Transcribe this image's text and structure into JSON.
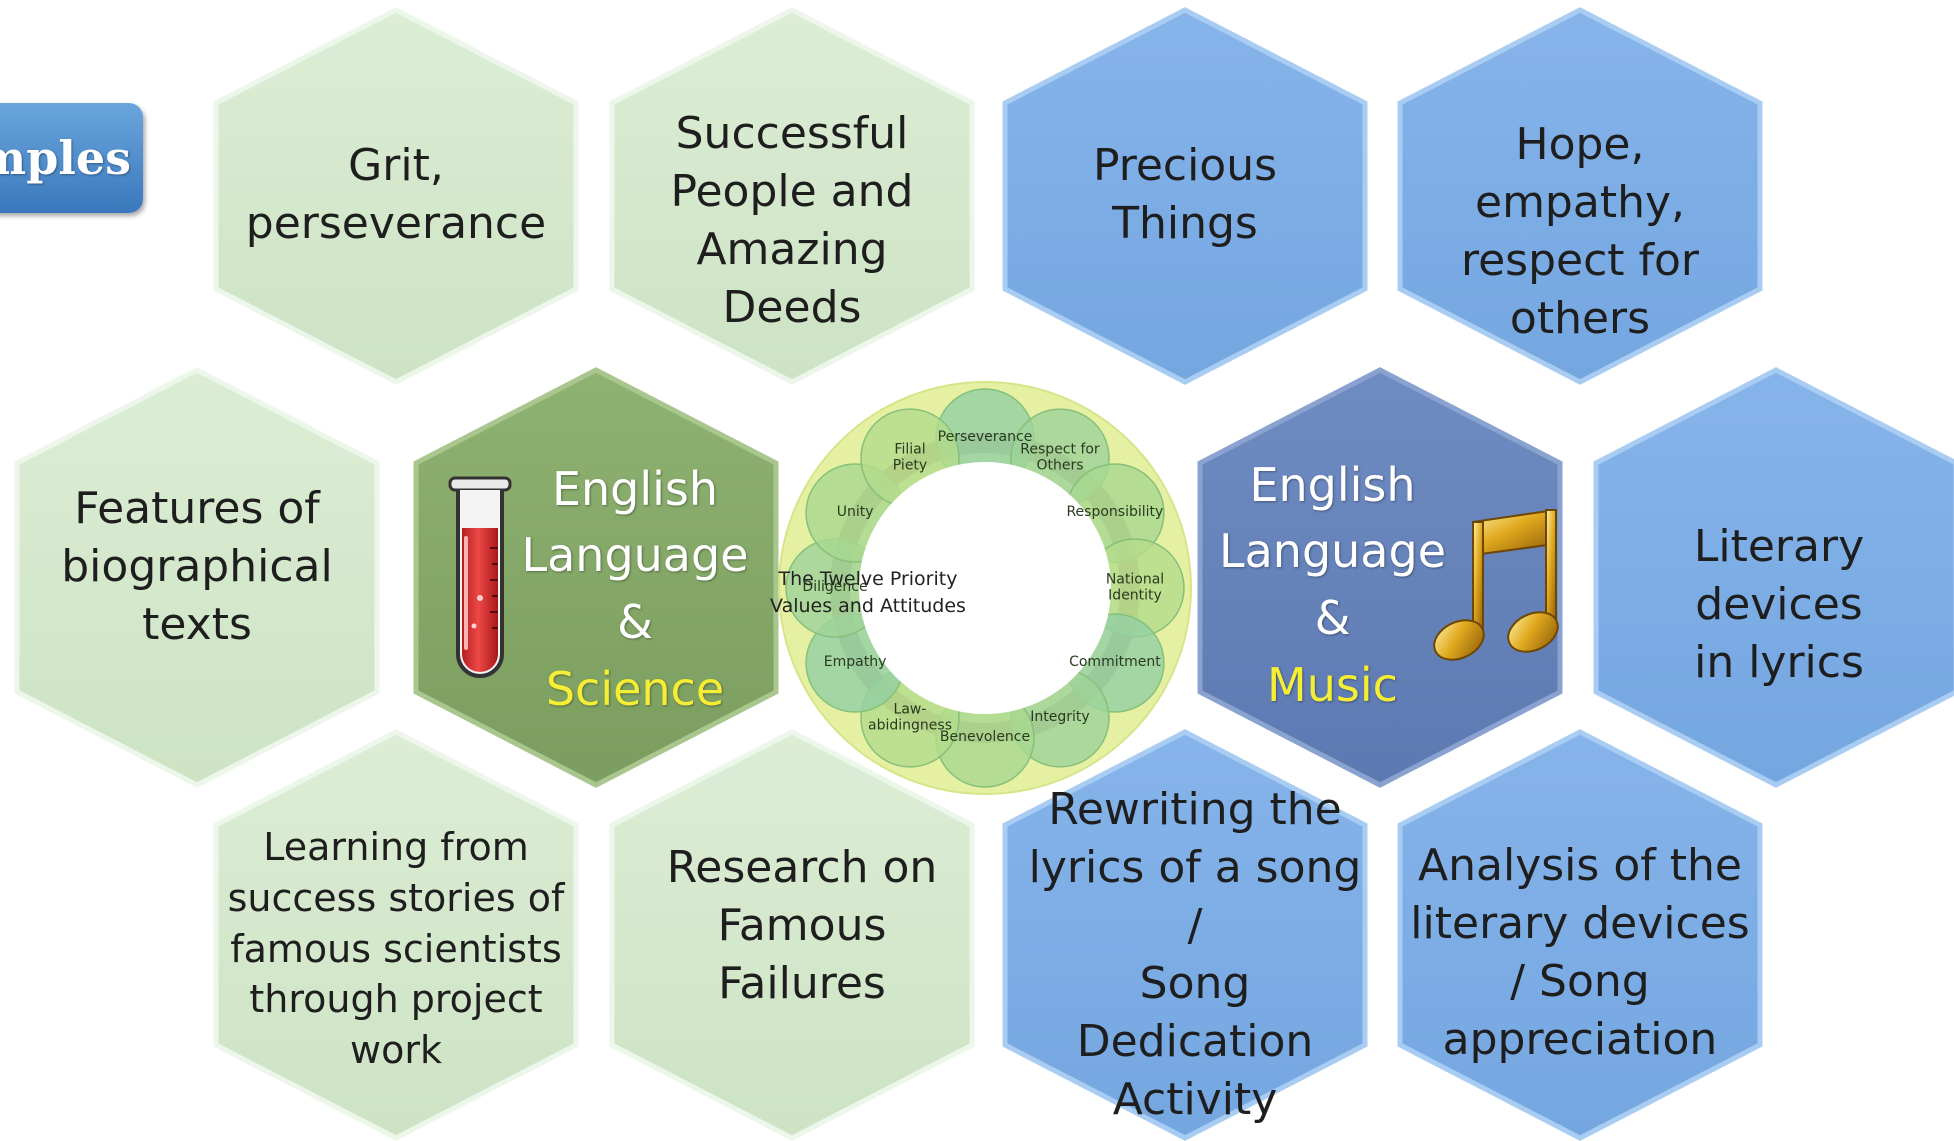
{
  "examples_tab": {
    "label": "mples"
  },
  "center_wheel": {
    "title": "The Twelve Priority\nValues and Attitudes",
    "values": [
      "Perseverance",
      "Respect for\nOthers",
      "Responsibility",
      "National\nIdentity",
      "Commitment",
      "Integrity",
      "Benevolence",
      "Law-\nabidingness",
      "Empathy",
      "Diligence",
      "Unity",
      "Filial\nPiety"
    ]
  },
  "science_hub": {
    "line1": "English",
    "line2": "Language &",
    "subject": "Science",
    "icon": "test-tube-icon"
  },
  "music_hub": {
    "line1": "English",
    "line2": "Language &",
    "subject": "Music",
    "icon": "music-note-icon"
  },
  "hexagons": {
    "grit": "Grit,\nperseverance",
    "successful_people": "Successful\nPeople and\nAmazing\nDeeds",
    "precious_things": "Precious\nThings",
    "hope": "Hope, empathy,\nrespect  for\nothers",
    "features": "Features of\nbiographical\ntexts",
    "literary_devices": "Literary devices\nin lyrics",
    "learning": "Learning from\nsuccess stories of\nfamous scientists\nthrough project\nwork",
    "research": "Research on\nFamous\nFailures",
    "rewriting": "Rewriting the\nlyrics of a song /\nSong Dedication\nActivity",
    "analysis": "Analysis of the\nliterary devices\n/ Song\nappreciation"
  },
  "colors": {
    "light_green": "#d4e8cc",
    "dark_green": "#86a868",
    "light_blue": "#7eaee6",
    "dark_blue": "#6582b9",
    "wheel_ring": "#e6f0a2",
    "circle_green": "#a8d890"
  }
}
